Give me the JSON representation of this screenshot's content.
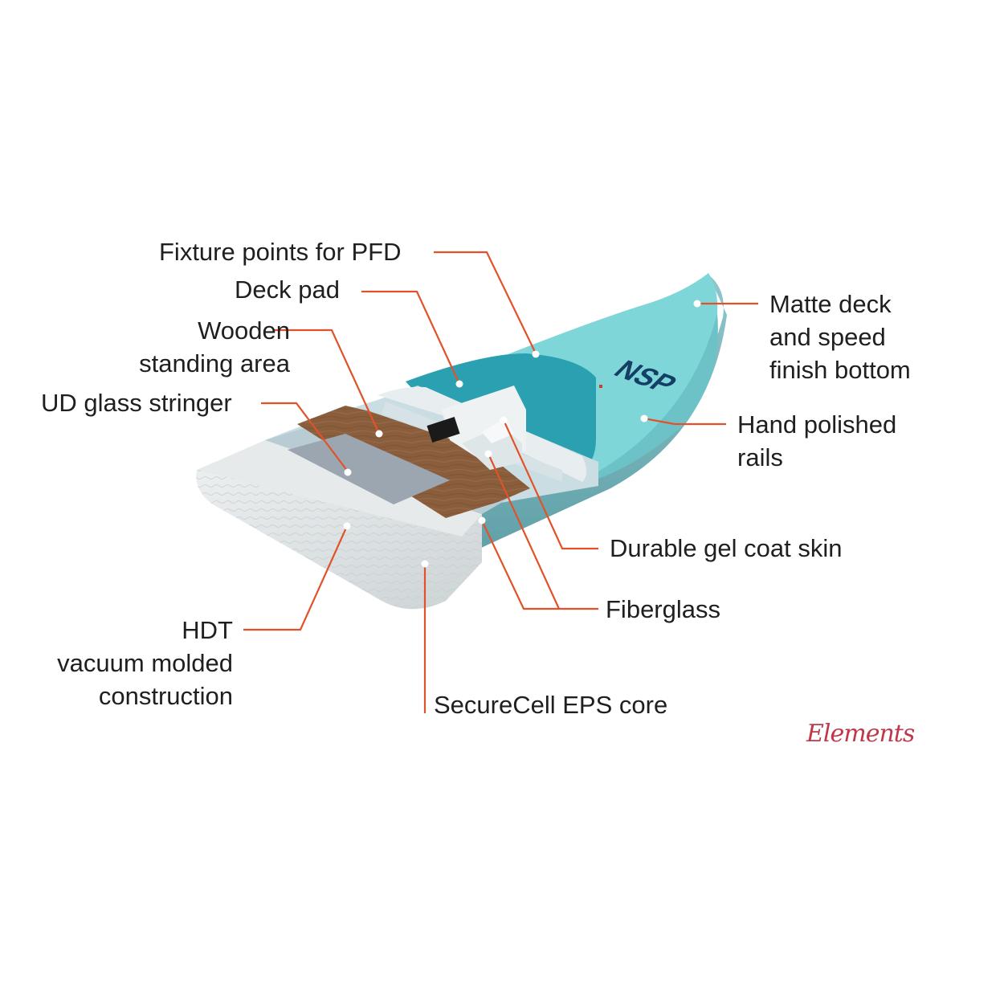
{
  "labels": {
    "fixture_points": "Fixture points for PFD",
    "deck_pad": "Deck pad",
    "wooden_standing_area": [
      "Wooden",
      "standing area"
    ],
    "ud_glass_stringer": "UD glass stringer",
    "matte_deck": [
      "Matte deck",
      "and speed",
      "finish bottom"
    ],
    "hand_polished_rails": [
      "Hand polished",
      "rails"
    ],
    "durable_gel_coat": "Durable gel coat skin",
    "fiberglass": "Fiberglass",
    "hdt": [
      "HDT",
      "vacuum molded",
      "construction"
    ],
    "eps_core": "SecureCell EPS core"
  },
  "board_logo": "NSP",
  "brand_signature": "Elements",
  "colors": {
    "leader_line": "#e2522a",
    "deck": "#7fd6d8",
    "deck_pad": "#2ba0b1",
    "wood": "#8a5e3c",
    "foam": "#dfe4e5",
    "stringer": "#9ba6b0",
    "logo": "#143e66",
    "brand": "#c0374a"
  }
}
